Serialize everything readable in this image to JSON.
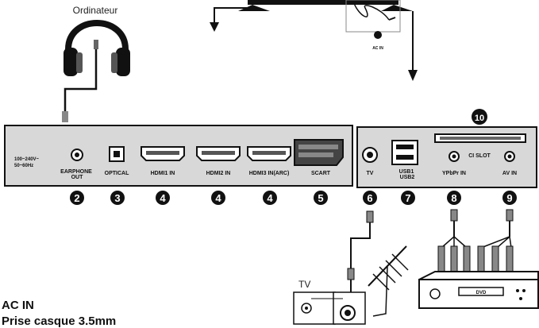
{
  "top_label": "Ordinateur",
  "power_label": "100~240V~\n50~60Hz",
  "ac_in_small": "AC IN",
  "ci_slot_label": "CI SLOT",
  "ports": {
    "earphone": "EARPHONE\nOUT",
    "optical": "OPTICAL",
    "hdmi1": "HDMI1 IN",
    "hdmi2": "HDMI2 IN",
    "hdmi3": "HDMI3 IN(ARC)",
    "scart": "SCART",
    "tv": "TV",
    "usb": "USB1\nUSB2",
    "ypbpr": "YPbPr IN",
    "avin": "AV IN"
  },
  "numbers": [
    "2",
    "3",
    "4",
    "4",
    "4",
    "5",
    "6",
    "7",
    "8",
    "9",
    "10"
  ],
  "tv_label": "TV",
  "dvd_label": "DVD",
  "legend": {
    "ac_in": "AC IN",
    "casque": "Prise casque 3.5mm"
  }
}
